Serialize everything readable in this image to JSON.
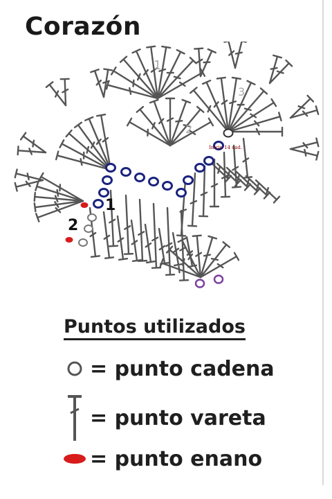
{
  "title": "Corazón",
  "diagram": {
    "start_note": "Inicio 14 cad.",
    "row_labels": [
      "1",
      "2"
    ],
    "outer_marks": [
      "1",
      "2",
      "3"
    ]
  },
  "legend": {
    "heading": "Puntos utilizados",
    "items": [
      {
        "icon": "chain-stitch-icon",
        "label": "= punto cadena"
      },
      {
        "icon": "double-crochet-icon",
        "label": "= punto vareta"
      },
      {
        "icon": "slip-stitch-icon",
        "label": "= punto enano"
      }
    ]
  },
  "colors": {
    "chain_blue": "#1a237e",
    "chain_purple": "#7b3fa0",
    "slip_red": "#d81b1b",
    "stitch_gray": "#555555"
  }
}
